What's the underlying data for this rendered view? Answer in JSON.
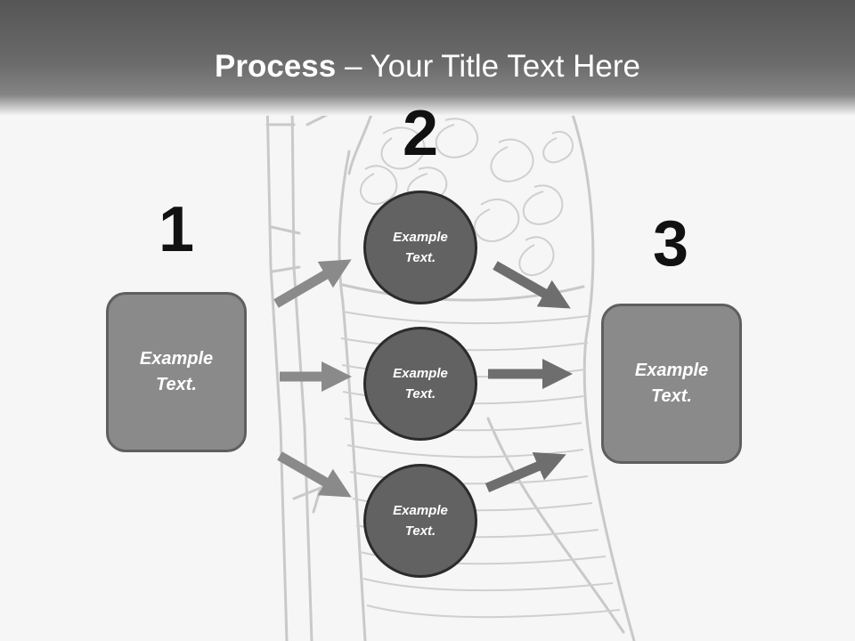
{
  "title": {
    "bold": "Process",
    "rest": " – Your Title Text Here"
  },
  "steps": [
    {
      "number": "1",
      "text_line1": "Example",
      "text_line2": "Text."
    },
    {
      "number": "2",
      "circles": [
        {
          "text_line1": "Example",
          "text_line2": "Text."
        },
        {
          "text_line1": "Example",
          "text_line2": "Text."
        },
        {
          "text_line1": "Example",
          "text_line2": "Text."
        }
      ]
    },
    {
      "number": "3",
      "text_line1": "Example",
      "text_line2": "Text."
    }
  ],
  "colors": {
    "header": "#555555",
    "box": "#8a8a8a",
    "circle": "#626262",
    "arrow": "#6e6e6e",
    "sketch": "#c6c6c6"
  }
}
